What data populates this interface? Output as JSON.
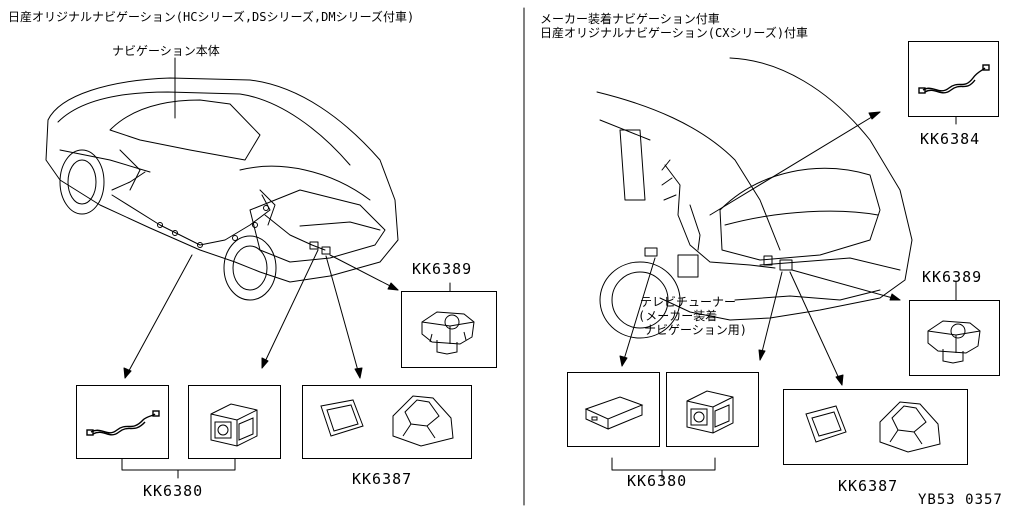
{
  "left": {
    "title": "日産オリジナルナビゲーション(HCシリーズ,DSシリーズ,DMシリーズ付車)",
    "unit_label": "ナビゲーション本体",
    "codes": {
      "kit_a": "KK6389",
      "kit_b": "KK6380",
      "kit_c": "KK6387"
    }
  },
  "right": {
    "title_line1": "メーカー装着ナビゲーション付車",
    "title_line2": "日産オリジナルナビゲーション(CXシリーズ)付車",
    "tuner_label_line1": "テレビチューナー",
    "tuner_label_line2": "(メーカー装着",
    "tuner_label_line3": "ナビゲーション用)",
    "codes": {
      "kit_a": "KK6384",
      "kit_b": "KK6389",
      "kit_c": "KK6380",
      "kit_d": "KK6387"
    }
  },
  "figure_id": "YB53 0357"
}
